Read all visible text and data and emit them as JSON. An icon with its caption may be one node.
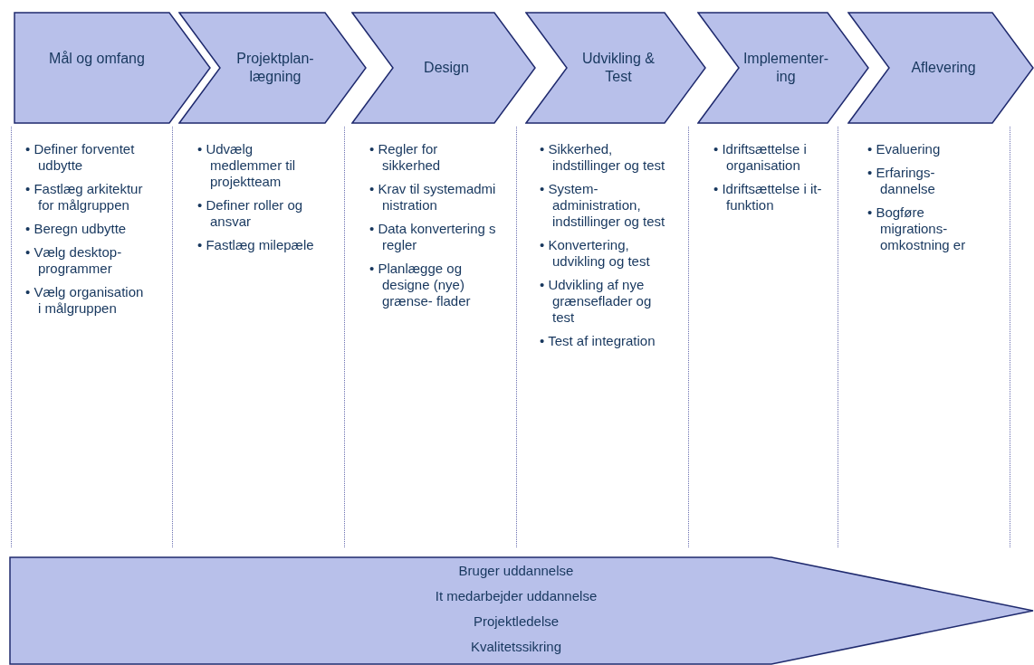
{
  "diagram": {
    "nodes": [
      {
        "text": [
          "Mål og omfang"
        ],
        "beside": [
          "• Definer forventet udbytte",
          "• Fastlæg arkitektur for målgruppen",
          "• Beregn udbytte",
          "• Vælg desktop- programmer",
          "• Vælg organisation i målgruppen"
        ]
      },
      {
        "text": [
          "Projektplan- lægning"
        ],
        "beside": [
          "• Udvælg medlemmer til projektteam",
          "• Definer roller og ansvar",
          "• Fastlæg milepæle"
        ]
      },
      {
        "text": [
          "Design"
        ],
        "beside": [
          "• Regler for sikkerhed",
          "• Krav til systemadmi nistration",
          "• Data konvertering s regler",
          "• Planlægge og designe (nye) grænse- flader"
        ]
      },
      {
        "text": [
          "Udvikling & Test"
        ],
        "beside": [
          "• Sikkerhed, indstillinger og test",
          "• System- administration, indstillinger og test",
          "• Konvertering, udvikling og test",
          "• Udvikling af nye grænseflader og  test",
          "• Test af integration"
        ]
      },
      {
        "text": [
          "Implementer- ing"
        ],
        "beside": [
          "• Idriftsættelse i organisation",
          "• Idriftsættelse i it-funktion"
        ]
      },
      {
        "text": [
          "Aflevering"
        ],
        "beside": [
          "• Evaluering",
          "• Erfarings- dannelse",
          "• Bogføre migrations- omkostning er"
        ]
      },
      {
        "text": [
          "Bruger uddannelse",
          "It medarbejder uddannelse",
          "Projektledelse",
          "Kvalitetssikring"
        ]
      }
    ],
    "edges": []
  }
}
